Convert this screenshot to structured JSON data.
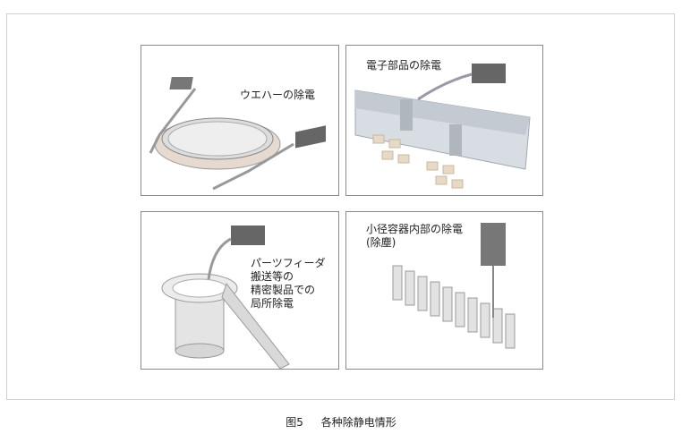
{
  "figure": {
    "panels": [
      {
        "label": "ウエハーの除電"
      },
      {
        "label": "電子部品の除電"
      },
      {
        "label": "パーツフィーダ\n搬送等の\n精密製品での\n局所除電"
      },
      {
        "label": "小径容器内部の除電\n(除塵)"
      }
    ],
    "caption_number": "图5",
    "caption_text": "各种除静电情形"
  }
}
